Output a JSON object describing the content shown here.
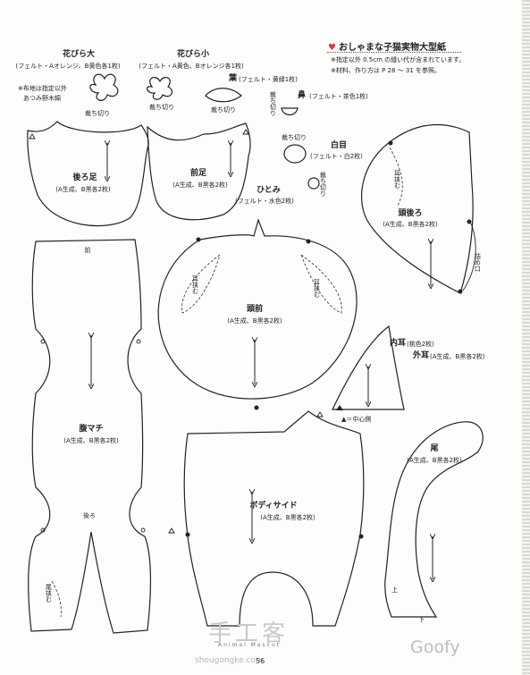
{
  "header": {
    "title": "おしゃまな子猫実物大型紙",
    "note1": "※指定以外 0.5cm の縫い代が含まれています。",
    "note2": "※材料、作り方は P 28 ～ 31 を参照。"
  },
  "pieces": {
    "petal_large": {
      "name": "花びら大",
      "spec": "(フェルト・Aオレンジ、B黄色各1枚)"
    },
    "petal_small": {
      "name": "花びら小",
      "spec": "(フェルト・A黄色、Bオレンジ各1枚)"
    },
    "fabric_note": {
      "line1": "※布地は指定以外",
      "line2": "あつみ野木綿"
    },
    "leaf": {
      "name": "葉",
      "spec": "(フェルト・黄緑1枚)"
    },
    "nose": {
      "name": "鼻",
      "spec": "(フェルト・茶色1枚)"
    },
    "eye_white": {
      "name": "白目",
      "spec": "(フェルト・白2枚)"
    },
    "pupil": {
      "name": "ひとみ",
      "spec": "(フェルト・水色2枚)"
    },
    "back_leg": {
      "name": "後ろ足",
      "spec": "(A生成、B黒各2枚)"
    },
    "front_leg": {
      "name": "前足",
      "spec": "(A生成、B黒各2枚)"
    },
    "head_back": {
      "name": "頭後ろ",
      "spec": "(A生成、B黒各2枚)"
    },
    "head_front": {
      "name": "頭前",
      "spec": "(A生成、B黒各2枚)"
    },
    "belly": {
      "name": "腹マチ",
      "spec": "(A生成、B黒各2枚)"
    },
    "inner_ear": {
      "name": "内耳",
      "spec": "(桃色2枚)"
    },
    "outer_ear": {
      "name": "外耳",
      "spec": "(A生成、B黒各2枚)"
    },
    "body_side": {
      "name": "ボディサイド",
      "spec": "(A生成、B黒各2枚)"
    },
    "tail": {
      "name": "尾",
      "spec": "(A生成、B黒各2枚)"
    }
  },
  "marks": {
    "cut": "裁ち切り",
    "ear_insert": "耳挟む",
    "tail_insert": "尾挟む",
    "stuff_opening": "詰め口",
    "front": "前",
    "back": "後ろ",
    "top": "上",
    "bottom": "下",
    "center_mark": "▲＝中心側"
  },
  "watermark": {
    "logo": "手工客",
    "site": "shougongke.com",
    "author": "Goofy",
    "mascot": "Animal Mascot"
  },
  "page_number": "56"
}
